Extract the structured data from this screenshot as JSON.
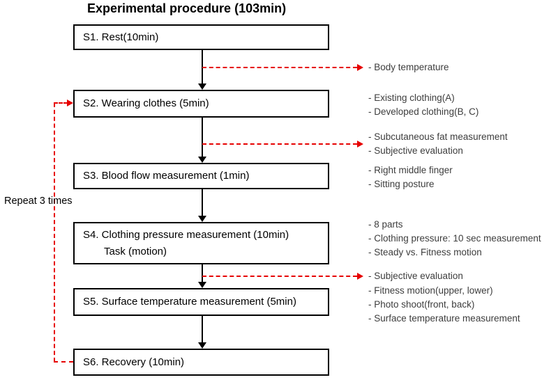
{
  "title": "Experimental procedure (103min)",
  "repeat_label": "Repeat 3 times",
  "steps": [
    {
      "id": "S1",
      "lines": [
        "S1. Rest(10min)"
      ]
    },
    {
      "id": "S2",
      "lines": [
        "S2. Wearing clothes (5min)"
      ]
    },
    {
      "id": "S3",
      "lines": [
        "S3. Blood flow measurement (1min)"
      ]
    },
    {
      "id": "S4",
      "lines": [
        "S4. Clothing pressure measurement (10min)",
        "Task (motion)"
      ]
    },
    {
      "id": "S5",
      "lines": [
        "S5. Surface temperature measurement (5min)"
      ]
    },
    {
      "id": "S6",
      "lines": [
        "S6. Recovery (10min)"
      ]
    }
  ],
  "red_arrow_notes": [
    {
      "after": "S1",
      "lines": [
        "- Body temperature"
      ]
    },
    {
      "after": "S2",
      "lines": [
        "- Subcutaneous fat measurement",
        "- Subjective evaluation"
      ]
    },
    {
      "after": "S4",
      "lines": [
        "- Subjective evaluation"
      ]
    }
  ],
  "side_notes": [
    {
      "step": "S2",
      "lines": [
        "- Existing clothing(A)",
        "- Developed clothing(B, C)"
      ]
    },
    {
      "step": "S3",
      "lines": [
        "- Right middle finger",
        "- Sitting posture"
      ]
    },
    {
      "step": "S4",
      "lines": [
        "- 8 parts",
        "- Clothing pressure: 10 sec measurement",
        "- Steady vs. Fitness motion"
      ]
    },
    {
      "step": "S5",
      "lines": [
        "- Fitness motion(upper, lower)",
        "- Photo shoot(front, back)",
        "- Surface temperature measurement"
      ]
    }
  ],
  "colors": {
    "flow_arrow": "#000000",
    "measurement_arrow": "#e60000",
    "note_text": "#3d3d3d",
    "box_border": "#000000"
  }
}
